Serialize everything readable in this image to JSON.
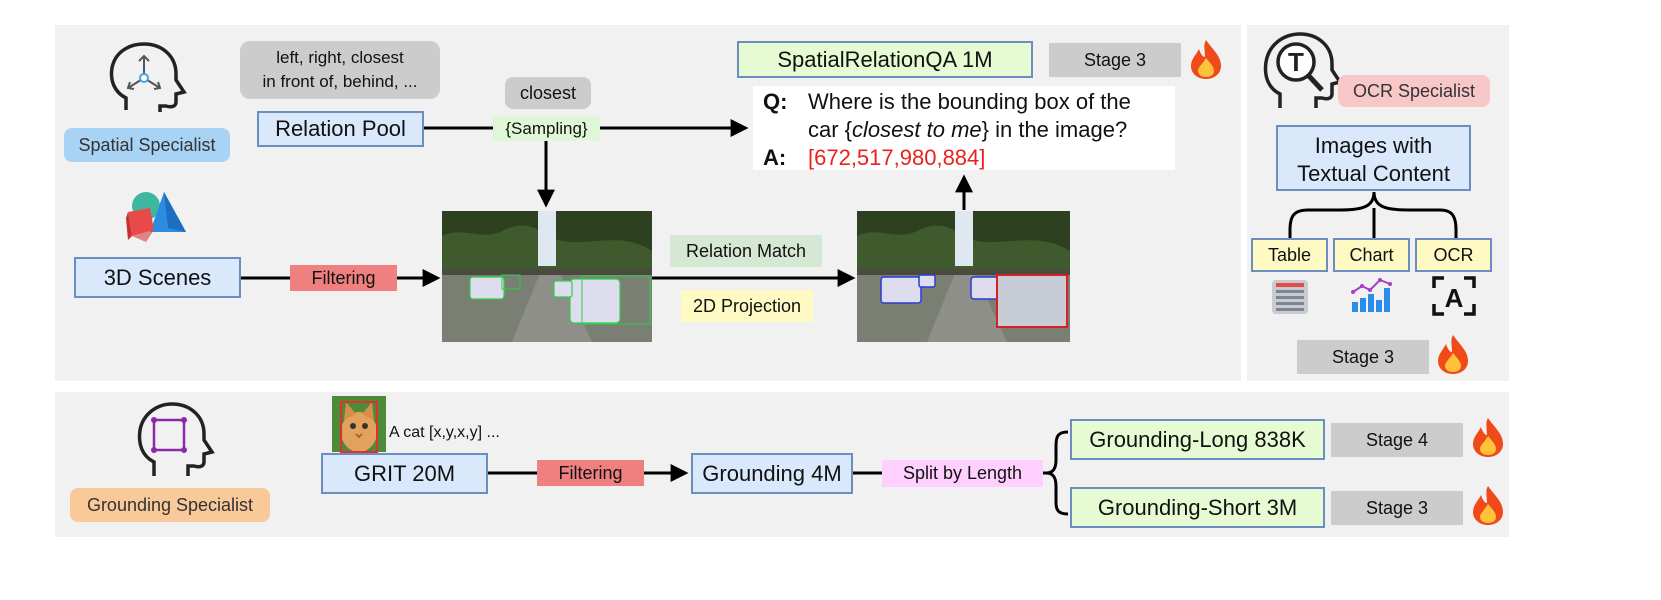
{
  "spatial": {
    "label": "Spatial Specialist",
    "relations_text_line1": "left, right, closest",
    "relations_text_line2": "in front of, behind, ...",
    "relation_pool": "Relation Pool",
    "closest": "closest",
    "sampling": "{Sampling}",
    "scenes": "3D Scenes",
    "filtering": "Filtering",
    "relation_match": "Relation Match",
    "projection": "2D Projection",
    "dataset": "SpatialRelationQA 1M",
    "stage": "Stage 3",
    "q_label": "Q:",
    "q_line1": "Where is the bounding box of the",
    "q_line2_pre": "car {",
    "q_line2_em": "closest to me",
    "q_line2_post": "} in the image?",
    "a_label": "A:",
    "answer": "[672,517,980,884]"
  },
  "ocr": {
    "label": "OCR Specialist",
    "images_line1": "Images with",
    "images_line2": "Textual Content",
    "table": "Table",
    "chart": "Chart",
    "ocr": "OCR",
    "stage": "Stage 3"
  },
  "grounding": {
    "label": "Grounding Specialist",
    "caption": "A cat [x,y,x,y] ...",
    "grit": "GRIT 20M",
    "filtering": "Filtering",
    "grounding4m": "Grounding 4M",
    "split": "Split by Length",
    "long": "Grounding-Long 838K",
    "long_stage": "Stage 4",
    "short": "Grounding-Short 3M",
    "short_stage": "Stage 3"
  },
  "colors": {
    "spatial_label_bg": "#a9d3f5",
    "ocr_label_bg": "#f8c8c8",
    "grounding_label_bg": "#f9c99a",
    "answer": "#e8231d",
    "fire": "#f04a1b"
  },
  "icons": [
    "head-spatial-icon",
    "head-ocr-icon",
    "head-grounding-icon",
    "shapes-3d-icon",
    "fire-icon",
    "table-icon",
    "chart-icon",
    "ocr-scan-icon"
  ]
}
